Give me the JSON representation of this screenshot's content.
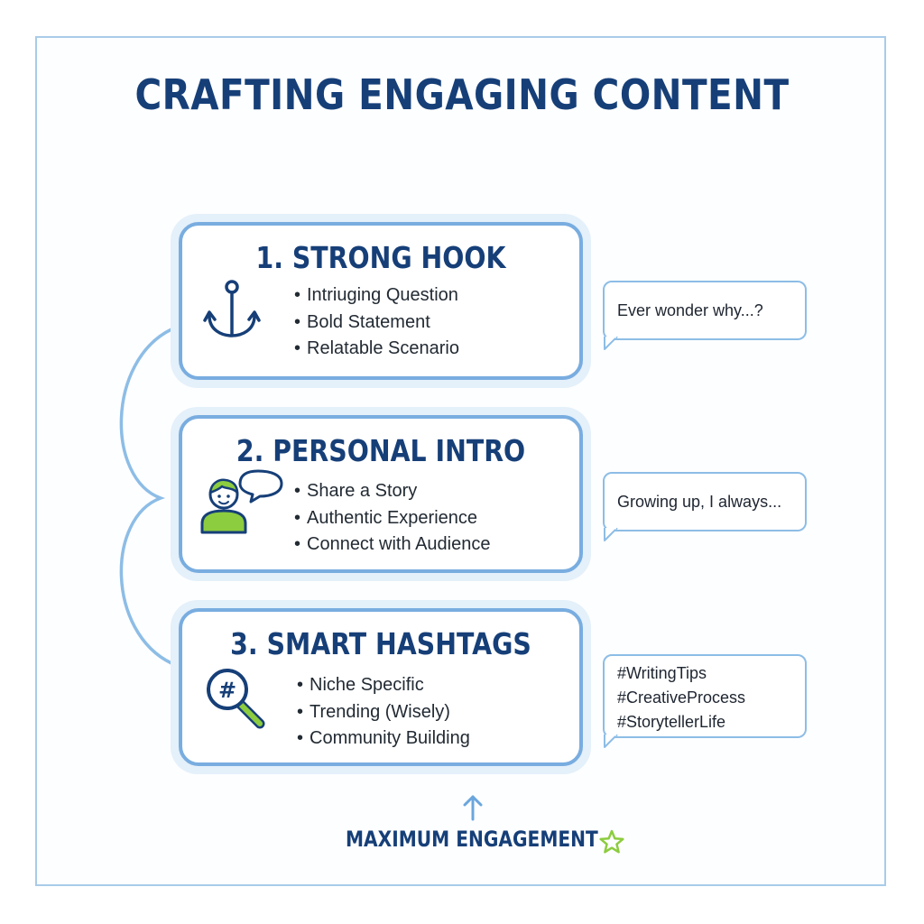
{
  "title": "CRAFTING ENGAGING CONTENT",
  "colors": {
    "navy": "#163f78",
    "box_border": "#79ade0",
    "box_glow": "#e4f0fa",
    "accent_green": "#8ccc3f"
  },
  "steps": [
    {
      "title": "1. STRONG HOOK",
      "icon": "anchor-icon",
      "bullets": [
        "Intriuging Question",
        "Bold Statement",
        "Relatable Scenario"
      ],
      "bubble": [
        "Ever wonder why...?"
      ]
    },
    {
      "title": "2. PERSONAL INTRO",
      "icon": "person-speech-icon",
      "bullets": [
        "Share a Story",
        "Authentic Experience",
        "Connect with Audience"
      ],
      "bubble": [
        "Growing up, I always..."
      ]
    },
    {
      "title": "3. SMART HASHTAGS",
      "icon": "hashtag-search-icon",
      "bullets": [
        "Niche Specific",
        "Trending (Wisely)",
        "Community Building"
      ],
      "bubble": [
        "#WritingTips",
        "#CreativeProcess",
        "#StorytellerLife"
      ]
    }
  ],
  "footer": {
    "label": "MAXIMUM ENGAGEMENT",
    "arrow_icon": "arrow-up-icon",
    "star_icon": "star-icon"
  }
}
